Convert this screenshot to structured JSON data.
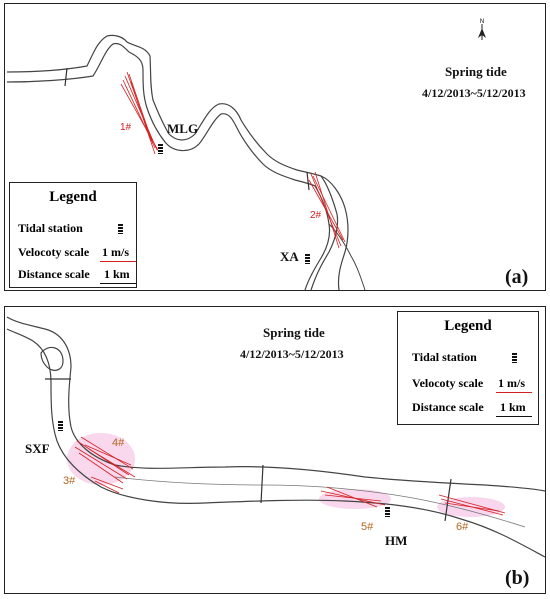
{
  "panel_a": {
    "label": "(a)",
    "tide": "Spring tide",
    "dates": "4/12/2013~5/12/2013",
    "stations": [
      "MLG",
      "XA"
    ],
    "points": [
      "1#",
      "2#"
    ],
    "legend": {
      "title": "Legend",
      "tidal": "Tidal station",
      "velocity": "Velocoty scale",
      "velocity_value": "1 m/s",
      "distance": "Distance scale",
      "distance_value": "1 km"
    }
  },
  "panel_b": {
    "label": "(b)",
    "tide": "Spring tide",
    "dates": "4/12/2013~5/12/2013",
    "stations": [
      "SXF",
      "HM"
    ],
    "points": [
      "4#",
      "3#",
      "5#",
      "6#"
    ],
    "legend": {
      "title": "Legend",
      "tidal": "Tidal station",
      "velocity": "Velocoty scale",
      "velocity_value": "1 m/s",
      "distance": "Distance scale",
      "distance_value": "1 km"
    }
  },
  "colors": {
    "velocity": "#d42020",
    "highlight": "#f6c6e6",
    "river": "#444444"
  },
  "icons": [
    "north-arrow-icon",
    "tidal-station-icon"
  ]
}
